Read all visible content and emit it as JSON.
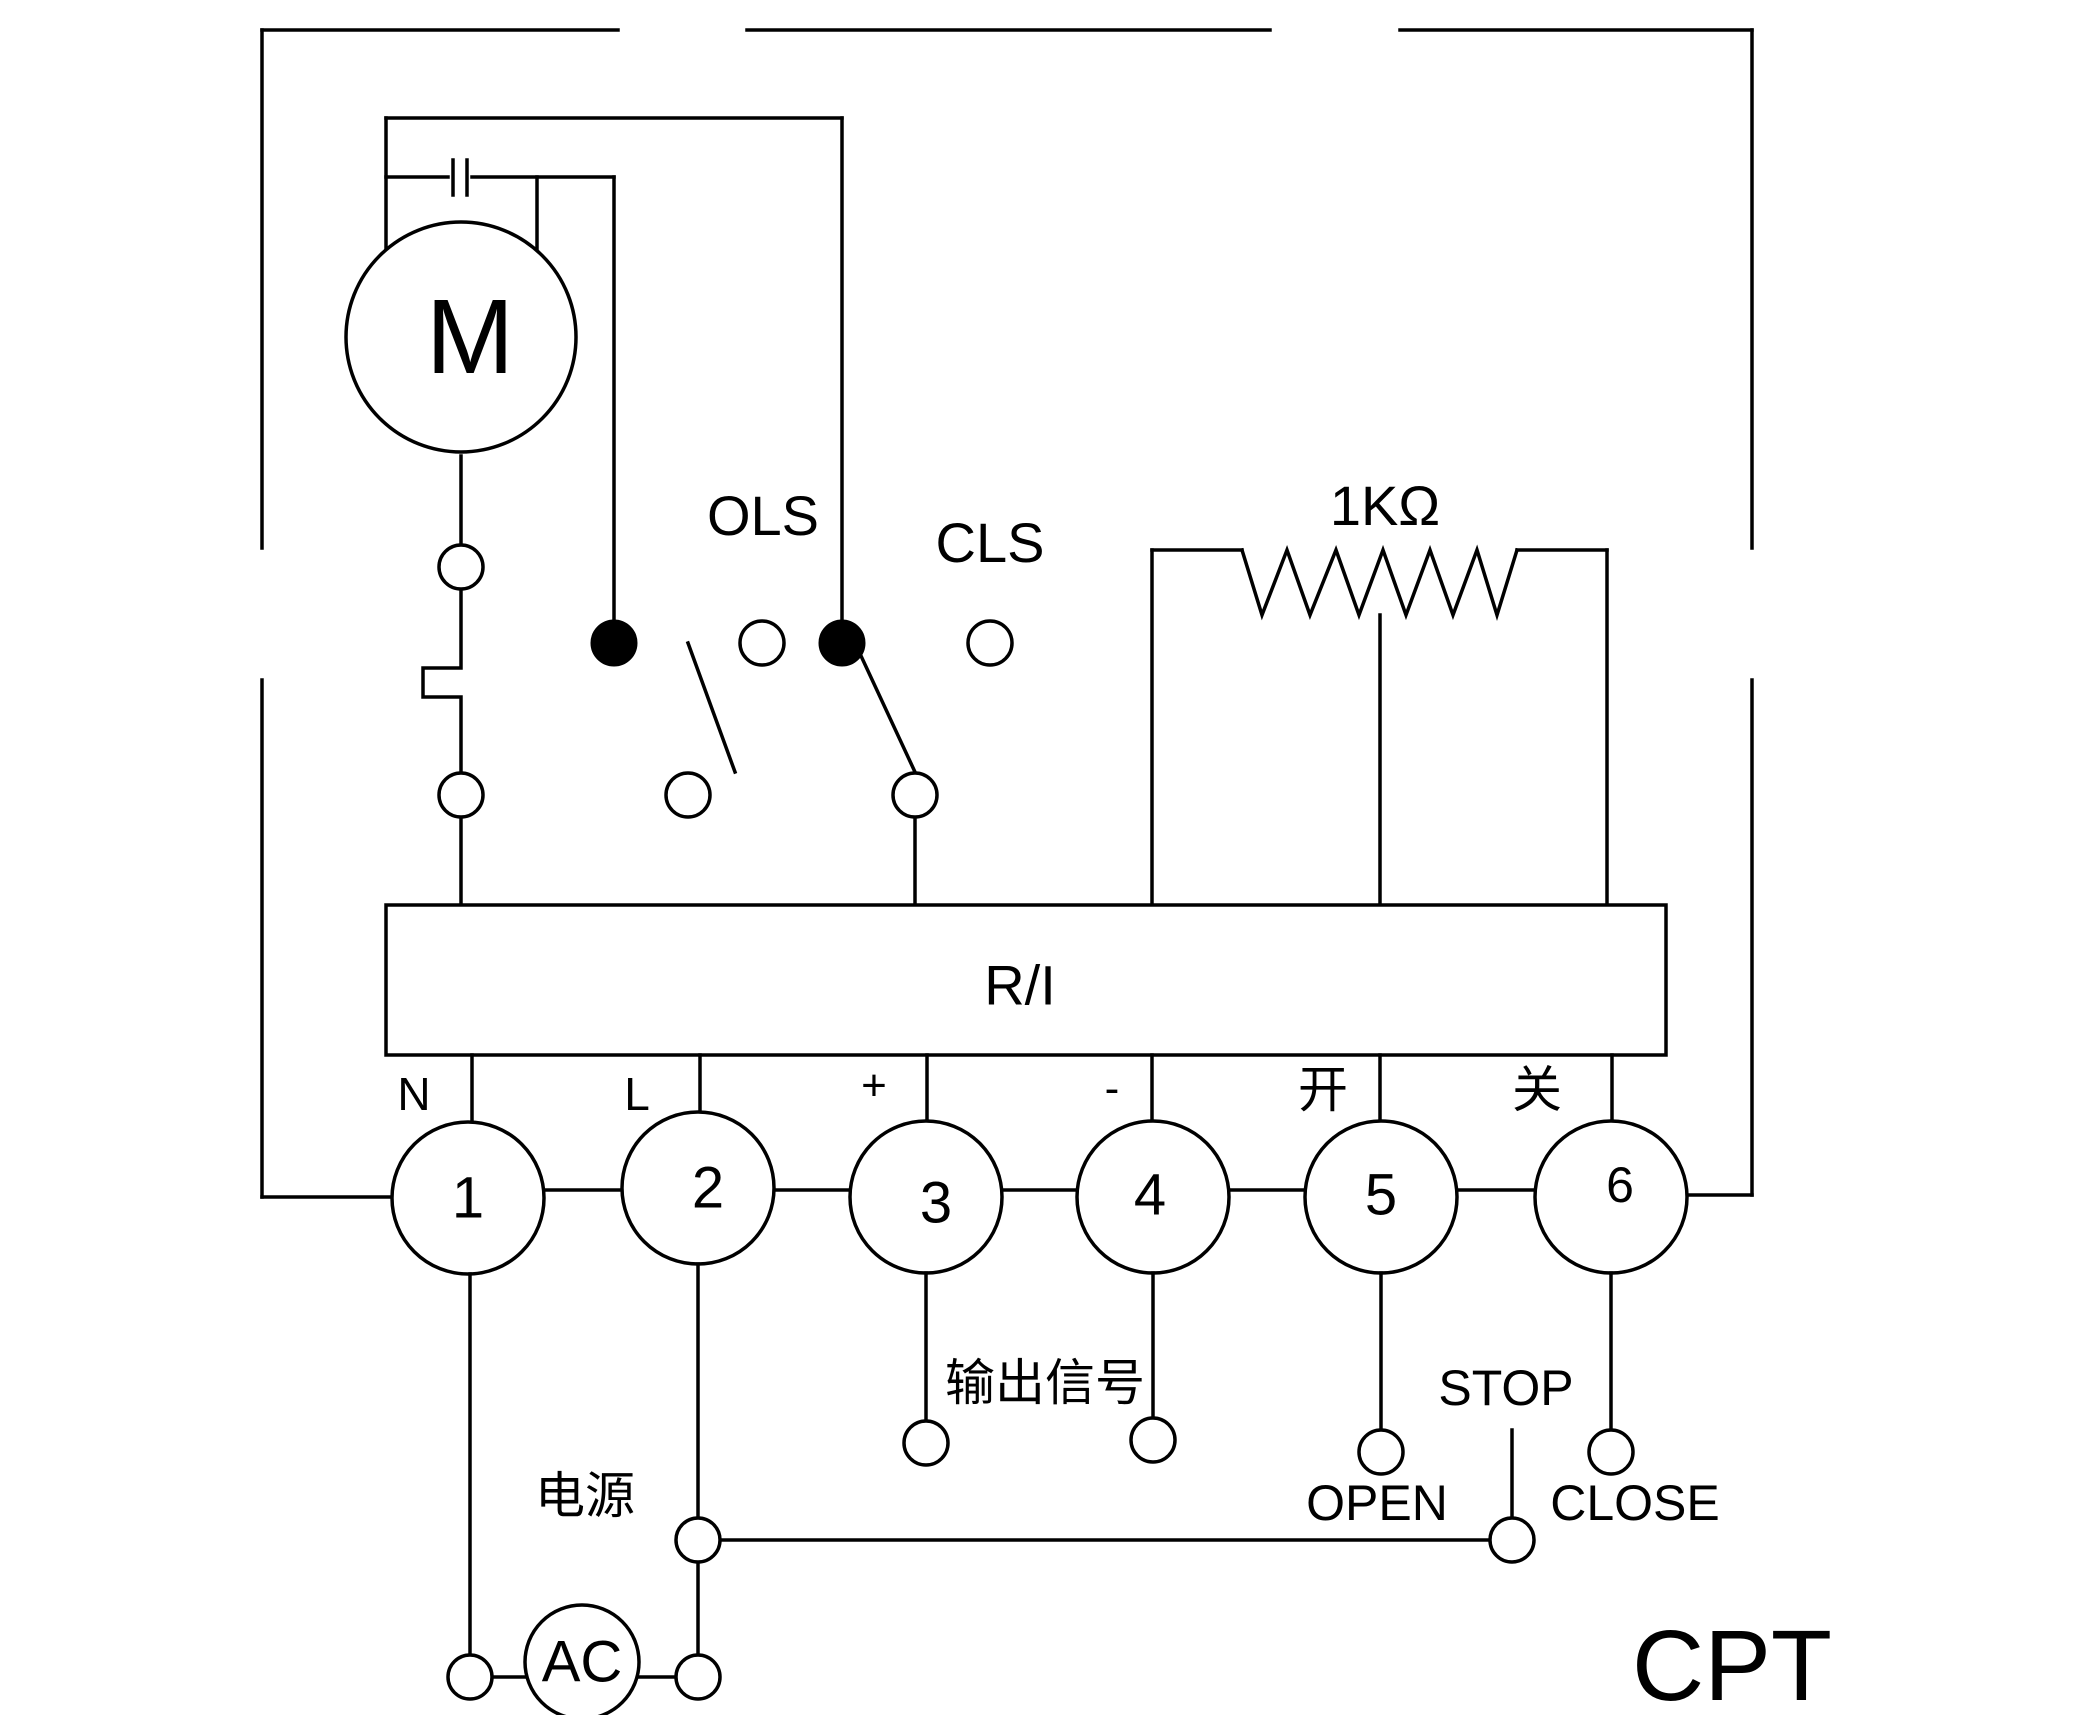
{
  "labels": {
    "motor": "M",
    "ols": "OLS",
    "cls": "CLS",
    "resistor": "1KΩ",
    "ri": "R/I",
    "n": "N",
    "l": "L",
    "plus": "+",
    "minus": "-",
    "open_cn": "开",
    "close_cn": "关",
    "output_signal": "输出信号",
    "power": "电源",
    "stop": "STOP",
    "open": "OPEN",
    "close": "CLOSE",
    "ac": "AC",
    "model": "CPT"
  },
  "terminals": [
    "1",
    "2",
    "3",
    "4",
    "5",
    "6"
  ]
}
